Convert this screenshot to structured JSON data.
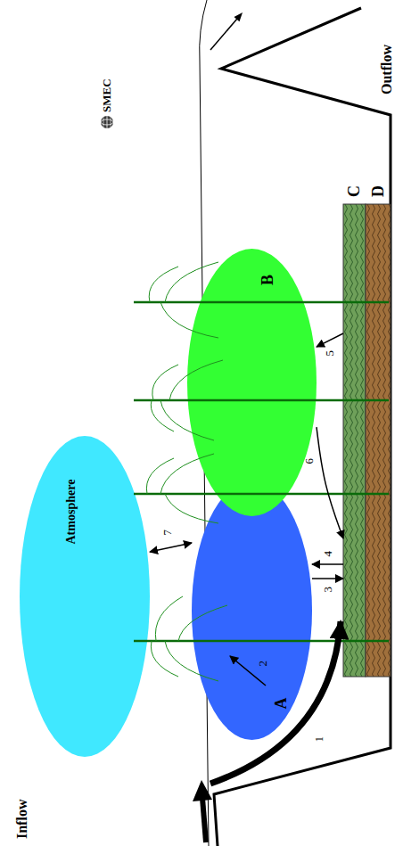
{
  "diagram": {
    "nodes": [
      {
        "text": [
          "Atmosphere"
        ]
      },
      {
        "text": [
          "A"
        ]
      },
      {
        "text": [
          "B"
        ]
      },
      {
        "text": [
          "C"
        ]
      },
      {
        "text": [
          "D"
        ]
      }
    ],
    "edges": [
      {
        "from": 0,
        "to": 1,
        "arrow": "both",
        "label": "7"
      },
      {
        "from": 1,
        "to": 3,
        "arrow": "to",
        "label": "3"
      },
      {
        "from": 3,
        "to": 1,
        "arrow": "to",
        "label": "4"
      },
      {
        "from": 3,
        "to": 2,
        "arrow": "to",
        "label": "5"
      },
      {
        "from": 2,
        "to": 3,
        "arrow": "to",
        "label": "6"
      }
    ],
    "labels": [
      "Inflow",
      "Outflow",
      "SMEC",
      "1",
      "2"
    ]
  }
}
